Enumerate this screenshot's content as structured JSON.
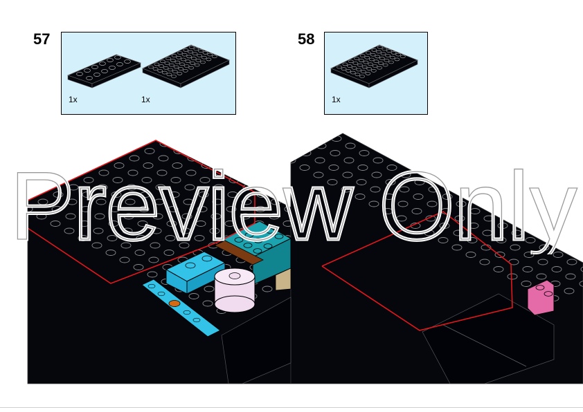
{
  "steps": [
    {
      "number": "57",
      "parts": [
        {
          "name": "plate-2x6",
          "color": "#000000",
          "quantity": "1x"
        },
        {
          "name": "plate-6x8",
          "color": "#000000",
          "quantity": "1x"
        }
      ]
    },
    {
      "number": "58",
      "parts": [
        {
          "name": "plate-6x8",
          "color": "#000000",
          "quantity": "1x"
        }
      ]
    }
  ],
  "watermark": "Preview Only",
  "colors": {
    "callout_bg": "#d4f1fb",
    "brick_black": "#05070d",
    "stud_outline": "#9a9a9a",
    "highlight_outline": "#e3171b",
    "azure": "#33c2e8",
    "dark_turquoise": "#1ba3b0",
    "light_pink": "#f1dcef",
    "tan": "#c9b48a",
    "reddish_brown": "#7a3b12",
    "orange": "#d66a12",
    "bright_pink": "#e46aa8"
  }
}
